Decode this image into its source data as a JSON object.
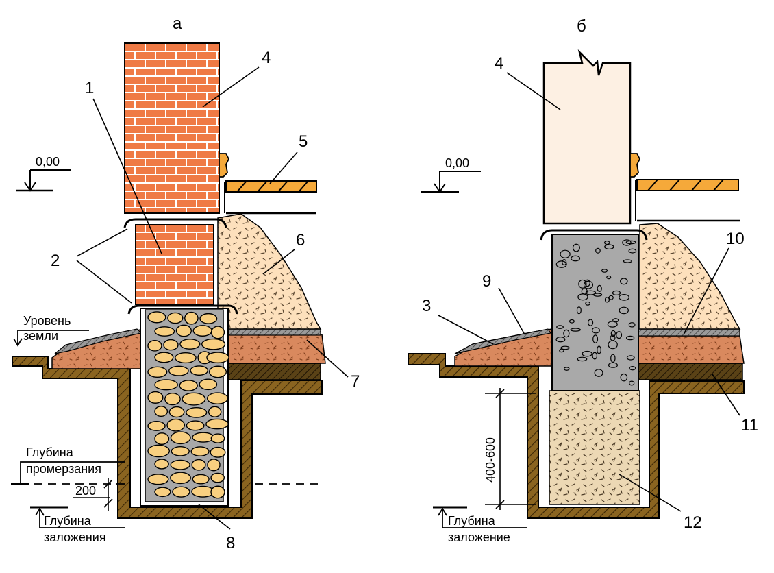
{
  "panels": {
    "a": {
      "title": "а"
    },
    "b": {
      "title": "б"
    }
  },
  "level_marks": {
    "zero_a": "0,00",
    "zero_b": "0,00",
    "ground_level_line1": "Уровень",
    "ground_level_line2": "земли",
    "freezing_line1": "Глубина",
    "freezing_line2": "промерзания",
    "depth_a_line1": "Глубина",
    "depth_a_line2": "заложения",
    "depth_b_line1": "Глубина",
    "depth_b_line2": "заложение"
  },
  "dimensions": {
    "offset_a": "200",
    "sand_height_b": "400-600"
  },
  "callouts": {
    "n1": "1",
    "n2": "2",
    "n3": "3",
    "n4a": "4",
    "n4b": "4",
    "n5": "5",
    "n6": "6",
    "n7": "7",
    "n8": "8",
    "n9": "9",
    "n10": "10",
    "n11": "11",
    "n12": "12"
  },
  "colors": {
    "brick": "#ef7a45",
    "mortar": "#ffffff",
    "soil_trench": "#8a6420",
    "sand_fill": "#fde0bc",
    "loam_layer": "#d9895e",
    "rubble_stone": "#f8cf80",
    "concrete": "#a9a9a9",
    "sand_cushion": "#ecd8b4",
    "panel_wall": "#fdf0e3",
    "floor_board": "#f5a93a",
    "waterproof_layer": "#8c8c8c"
  }
}
